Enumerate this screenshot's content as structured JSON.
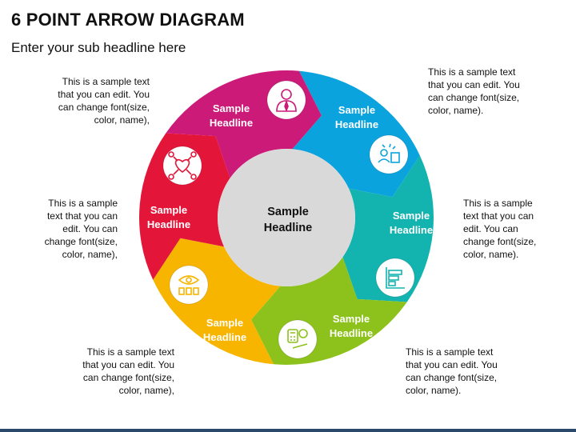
{
  "header": {
    "title": "6 POINT ARROW DIAGRAM",
    "subtitle": "Enter your sub headline here"
  },
  "center": {
    "line1": "Sample",
    "line2": "Headline"
  },
  "segments": [
    {
      "line1": "Sample",
      "line2": "Headline",
      "color": "#cc1a78",
      "icon": "businessman-icon"
    },
    {
      "line1": "Sample",
      "line2": "Headline",
      "color": "#0aa3de",
      "icon": "team-idea-icon"
    },
    {
      "line1": "Sample",
      "line2": "Headline",
      "color": "#13b3b0",
      "icon": "bar-chart-icon"
    },
    {
      "line1": "Sample",
      "line2": "Headline",
      "color": "#8cc21b",
      "icon": "calculator-coin-icon"
    },
    {
      "line1": "Sample",
      "line2": "Headline",
      "color": "#f7b500",
      "icon": "vision-checklist-icon"
    },
    {
      "line1": "Sample",
      "line2": "Headline",
      "color": "#e3163a",
      "icon": "heart-network-icon"
    }
  ],
  "notes": {
    "top_left": [
      "This is a sample text",
      "that you can edit. You",
      "can change font(size,",
      "color, name),"
    ],
    "top_right": [
      "This is a sample text",
      "that you can edit. You",
      "can change font(size,",
      "color, name)."
    ],
    "mid_left": [
      "This is a sample",
      "text that you can",
      "edit. You can",
      "change font(size,",
      "color, name),"
    ],
    "mid_right": [
      "This is a sample",
      "text that you can",
      "edit. You can",
      "change font(size,",
      "color, name)."
    ],
    "bottom_left": [
      "This is a sample text",
      "that you can edit. You",
      "can change font(size,",
      "color, name),"
    ],
    "bottom_right": [
      "This is a sample text",
      "that you can edit. You",
      "can change font(size,",
      "color, name)."
    ]
  }
}
